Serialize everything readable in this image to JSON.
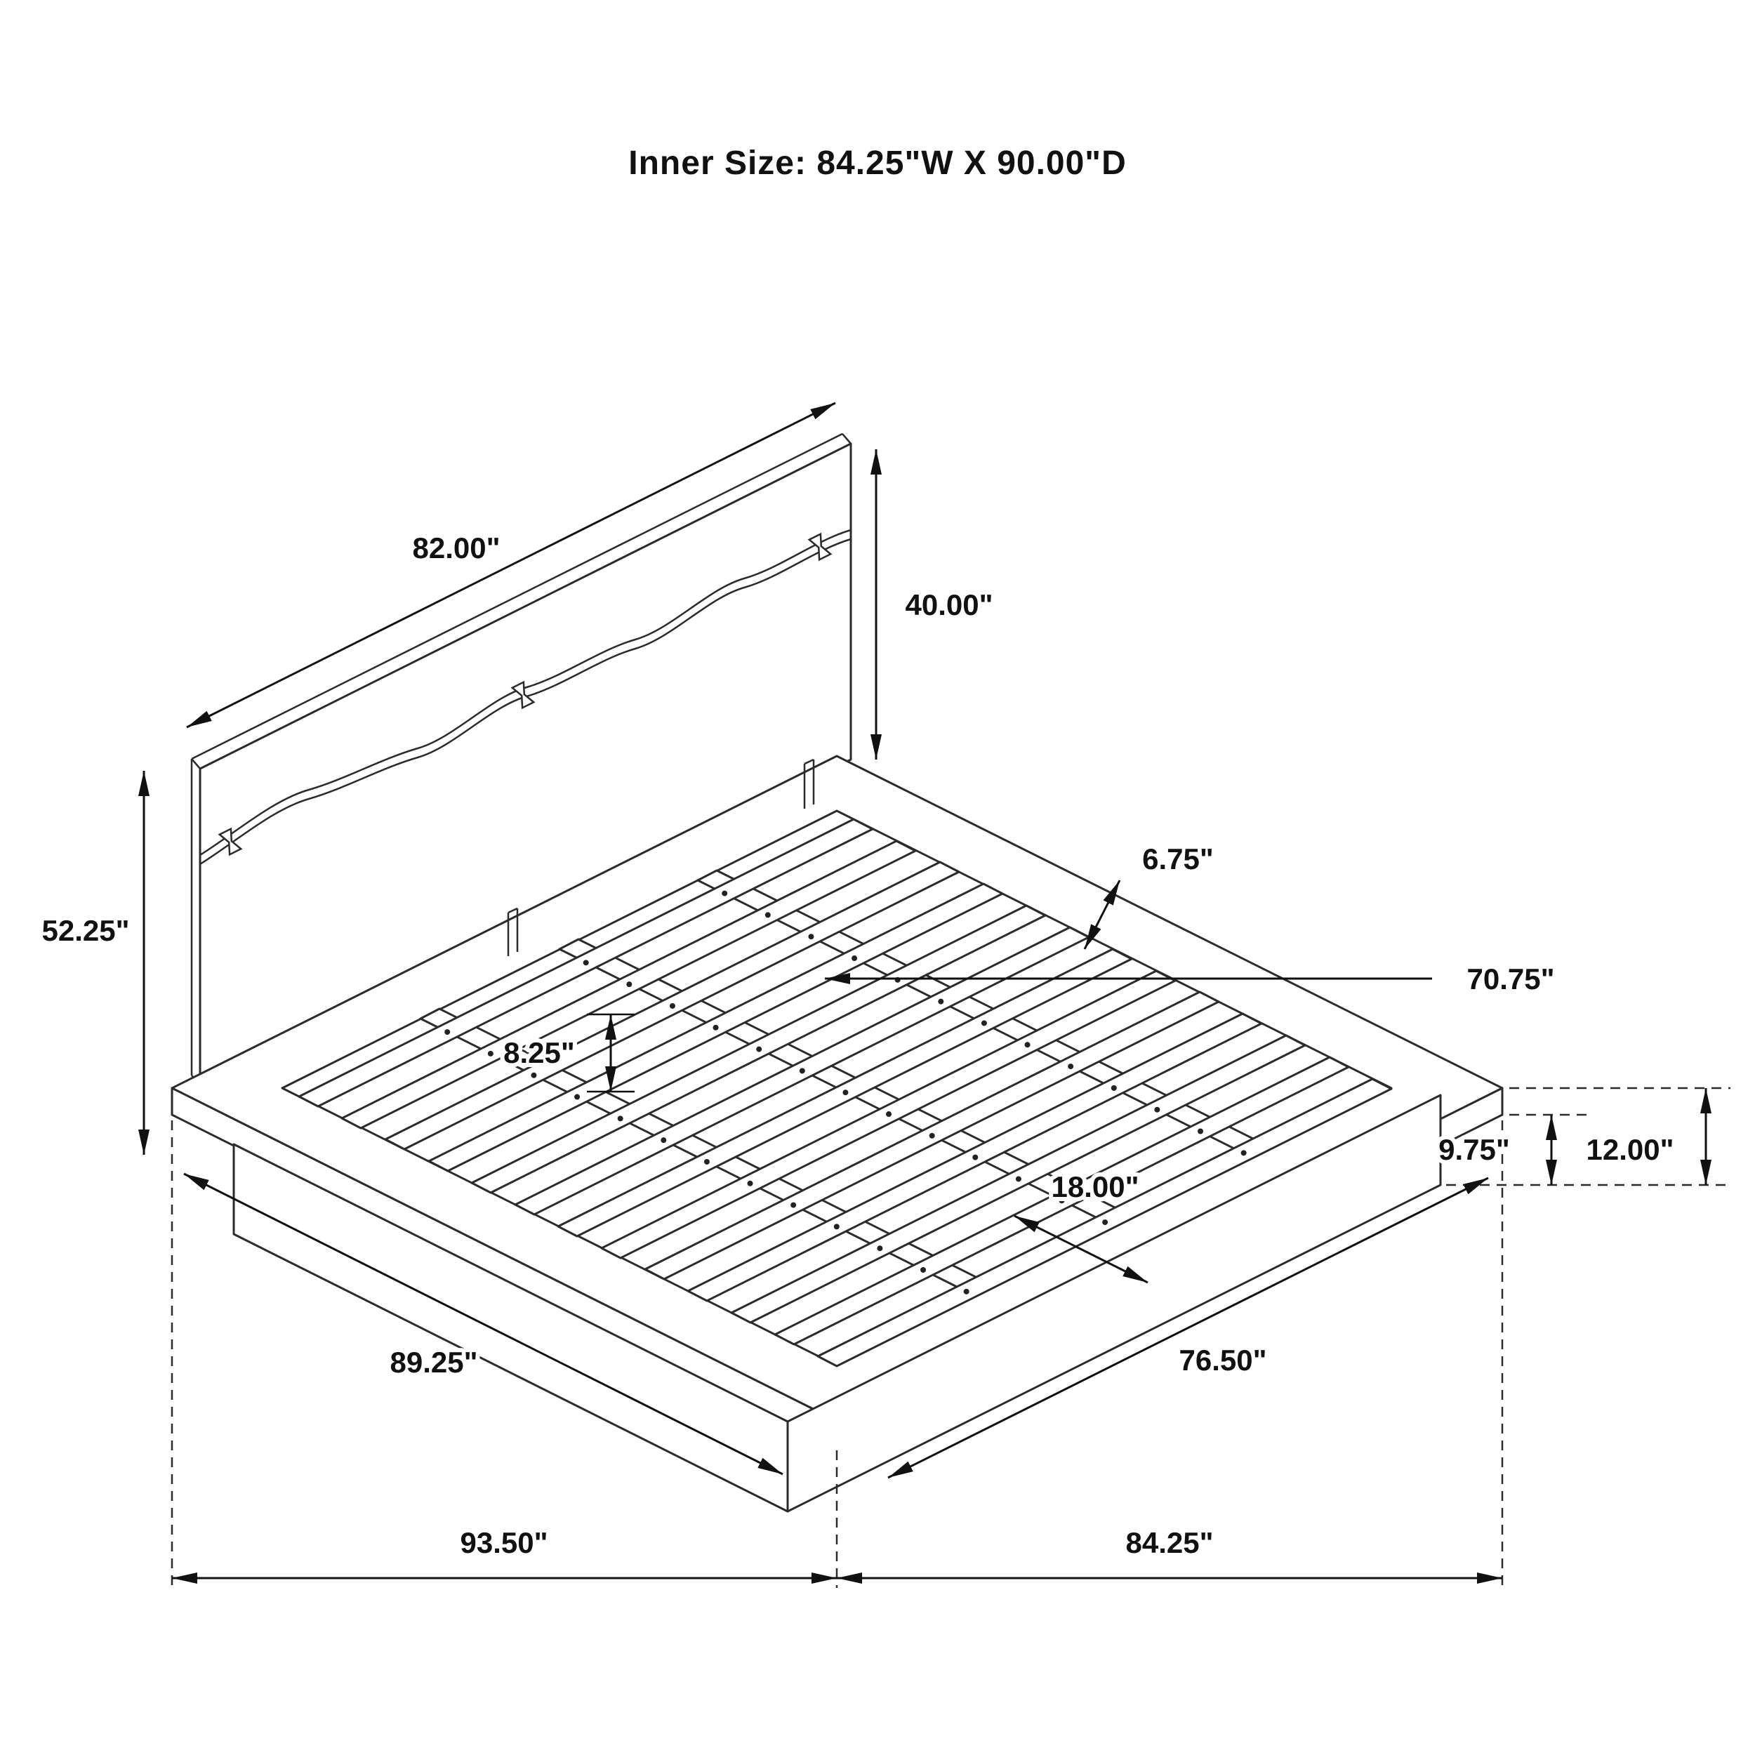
{
  "title": "Inner Size: 84.25\"W X 90.00\"D",
  "dimensions": {
    "headboard_width": "82.00\"",
    "headboard_panel_height": "40.00\"",
    "headboard_total_height": "52.25\"",
    "rim_width": "6.75\"",
    "slat_length": "70.75\"",
    "support_height": "8.25\"",
    "rail_spacing": "18.00\"",
    "base_height": "9.75\"",
    "platform_height": "12.00\"",
    "side_rail_length": "89.25\"",
    "front_rail_length": "76.50\"",
    "overall_depth": "93.50\"",
    "overall_width": "84.25\""
  }
}
